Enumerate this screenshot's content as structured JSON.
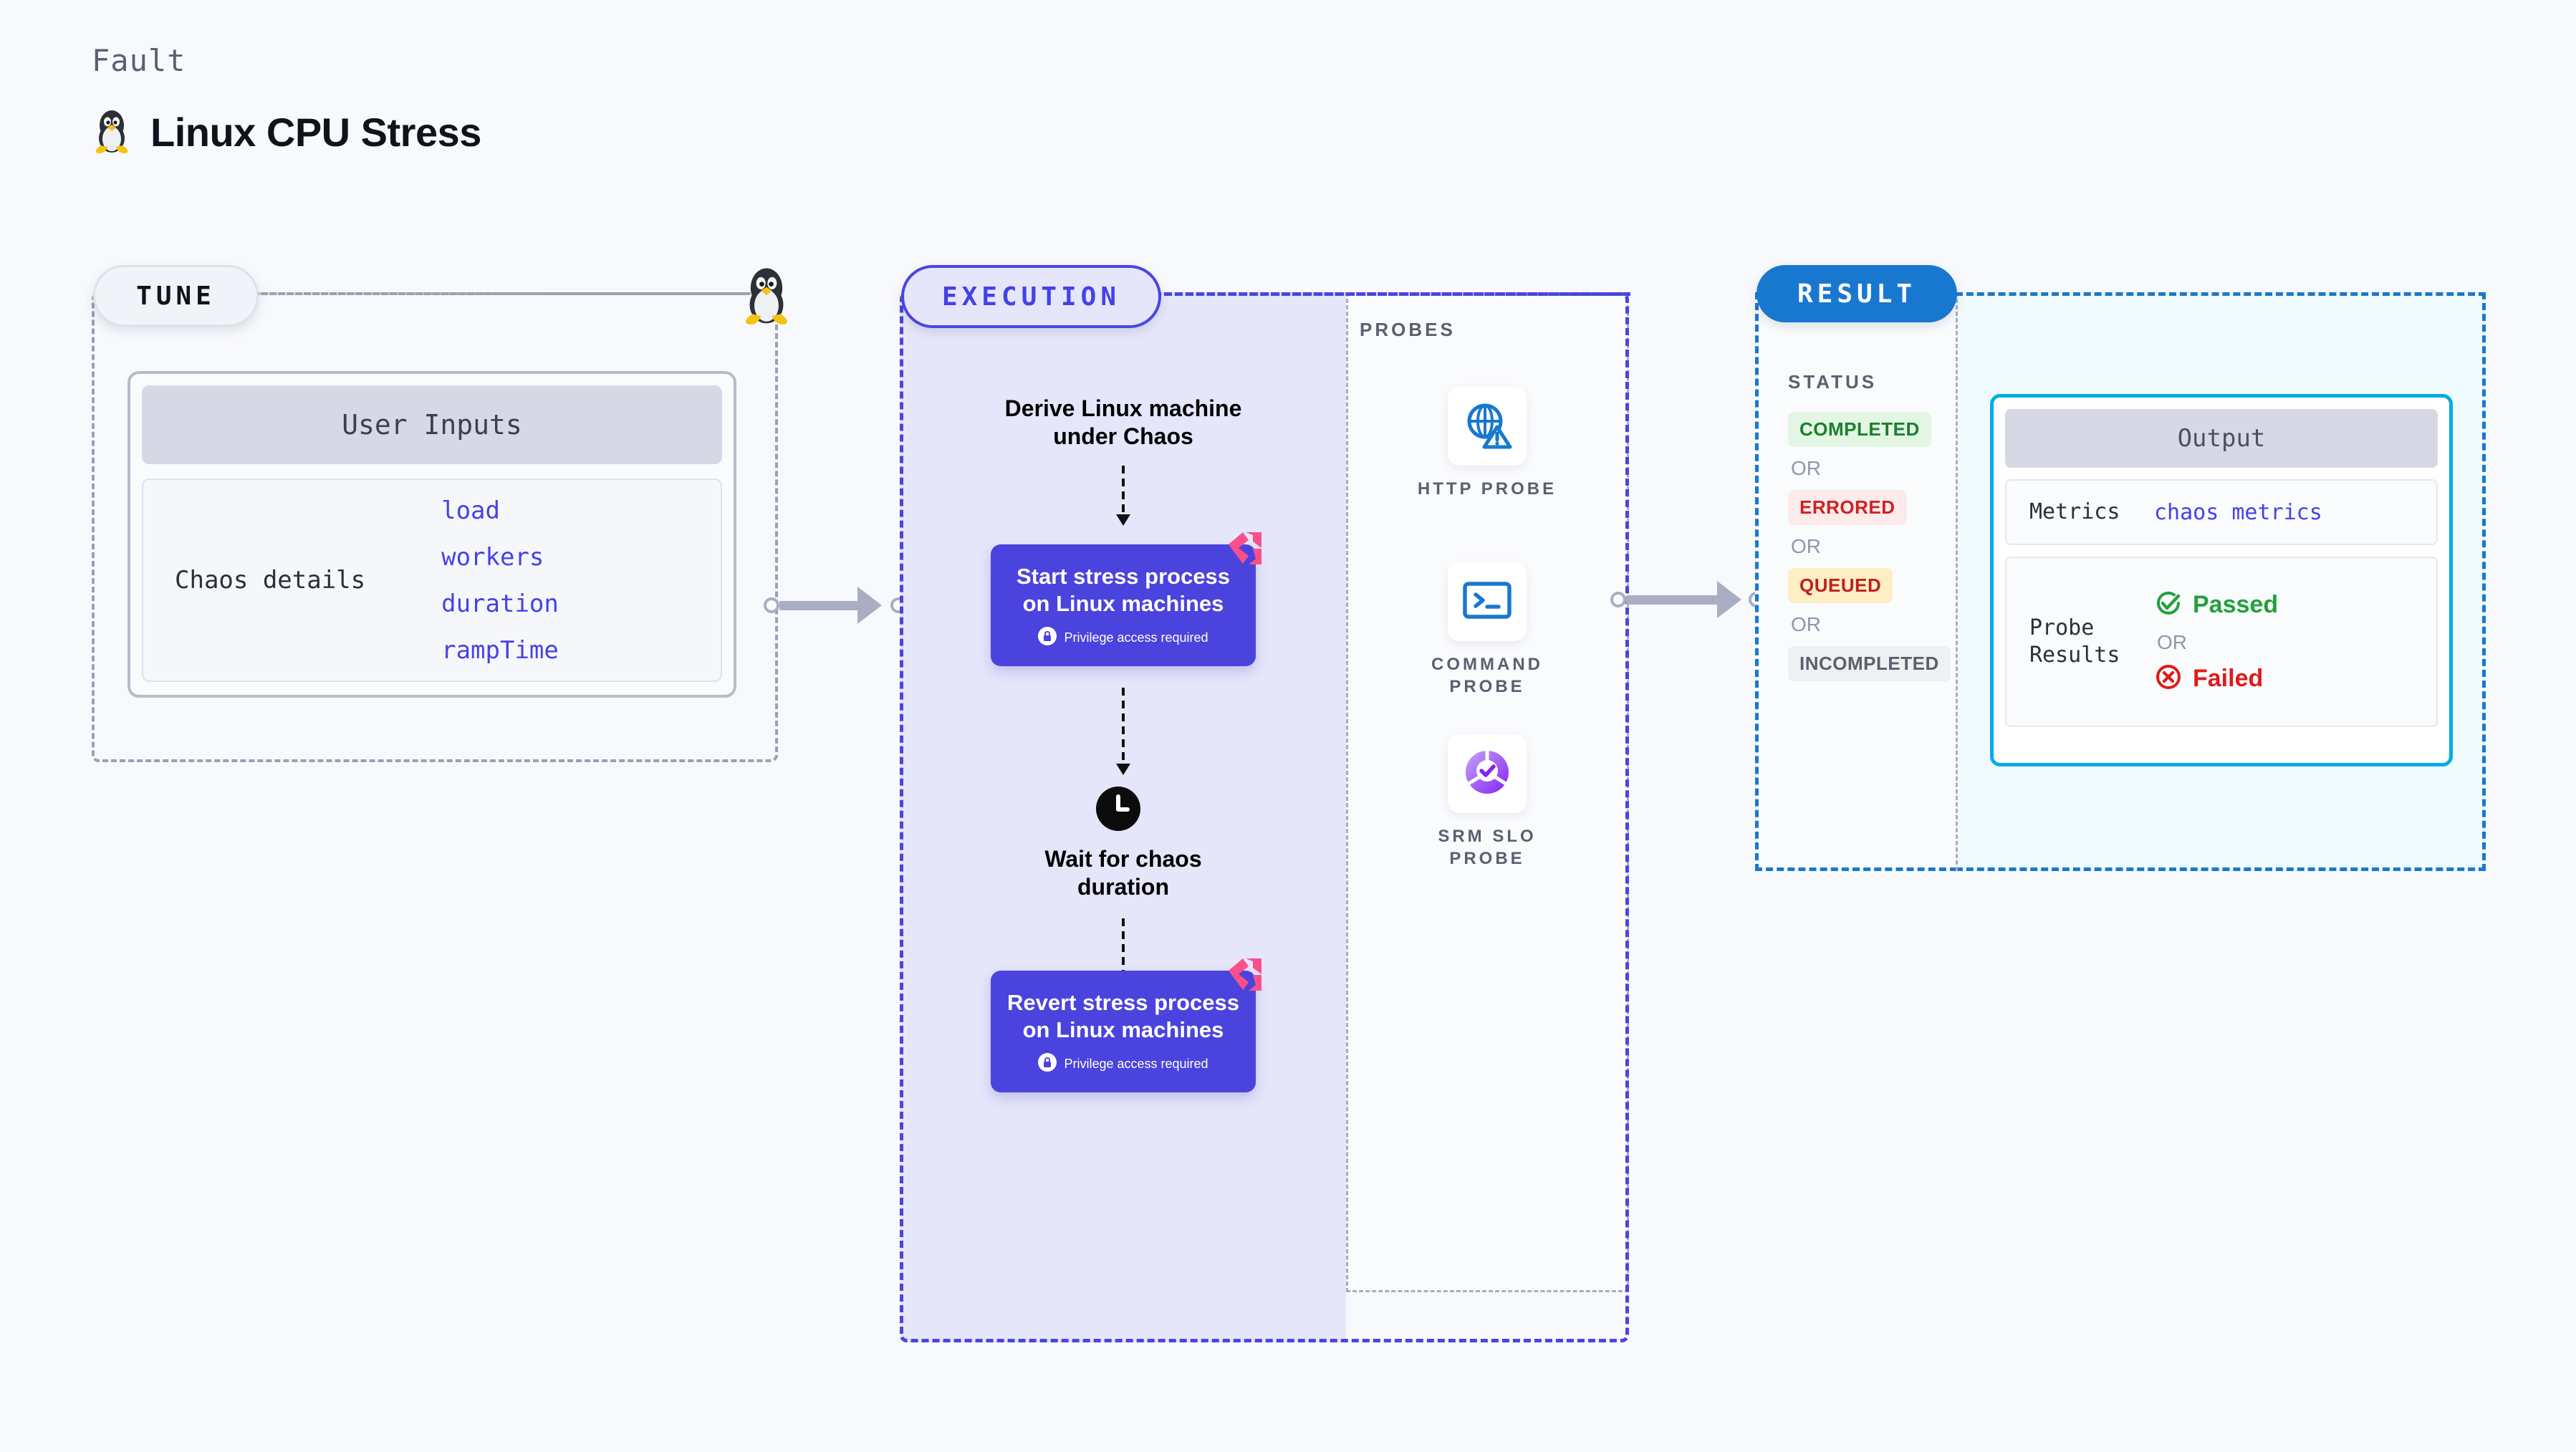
{
  "header": {
    "kicker": "Fault",
    "title": "Linux CPU Stress",
    "icon": "tux-penguin-icon"
  },
  "tune": {
    "pill_label": "TUNE",
    "corner_icon": "tux-penguin-icon",
    "card": {
      "header": "User Inputs",
      "row_label": "Chaos details",
      "params": [
        "load",
        "workers",
        "duration",
        "rampTime"
      ]
    }
  },
  "execution": {
    "pill_label": "EXECUTION",
    "steps": [
      {
        "type": "title",
        "label": "Derive Linux machine under Chaos"
      },
      {
        "type": "action",
        "label": "Start stress process on Linux machines",
        "note": "Privilege access required",
        "note_icon": "lock-icon",
        "badge_icon": "harness-logo-icon"
      },
      {
        "type": "title",
        "label": "Wait for chaos duration",
        "icon": "clock-icon"
      },
      {
        "type": "action",
        "label": "Revert stress process on Linux machines",
        "note": "Privilege access required",
        "note_icon": "lock-icon",
        "badge_icon": "harness-logo-icon"
      }
    ]
  },
  "probes": {
    "label": "PROBES",
    "items": [
      {
        "name": "HTTP PROBE",
        "icon": "globe-warning-icon"
      },
      {
        "name": "COMMAND PROBE",
        "icon": "terminal-icon"
      },
      {
        "name": "SRM SLO PROBE",
        "icon": "slo-donut-check-icon"
      }
    ]
  },
  "result": {
    "pill_label": "RESULT",
    "status_label": "STATUS",
    "or_label": "OR",
    "statuses": [
      {
        "label": "COMPLETED",
        "color": "#1a7f2e",
        "bg": "#e3f5e3"
      },
      {
        "label": "ERRORED",
        "color": "#cc2222",
        "bg": "#fdeaea"
      },
      {
        "label": "QUEUED",
        "color": "#c01f1f",
        "bg": "#fdeec4"
      },
      {
        "label": "INCOMPLETED",
        "color": "#5b6070",
        "bg": "#eff0f4"
      }
    ],
    "output": {
      "header": "Output",
      "metrics_key": "Metrics",
      "metrics_value": "chaos metrics",
      "probe_results_key": "Probe Results",
      "passed_label": "Passed",
      "failed_label": "Failed",
      "or_label": "OR",
      "passed_icon": "check-circle-icon",
      "failed_icon": "x-circle-icon"
    }
  },
  "colors": {
    "accent_indigo": "#4b43dd",
    "accent_blue": "#1878d0",
    "accent_cyan": "#00ade4",
    "param_blue": "#4442e8",
    "badge_pink": "#f9508b",
    "connector_gray": "#a9aec2"
  }
}
